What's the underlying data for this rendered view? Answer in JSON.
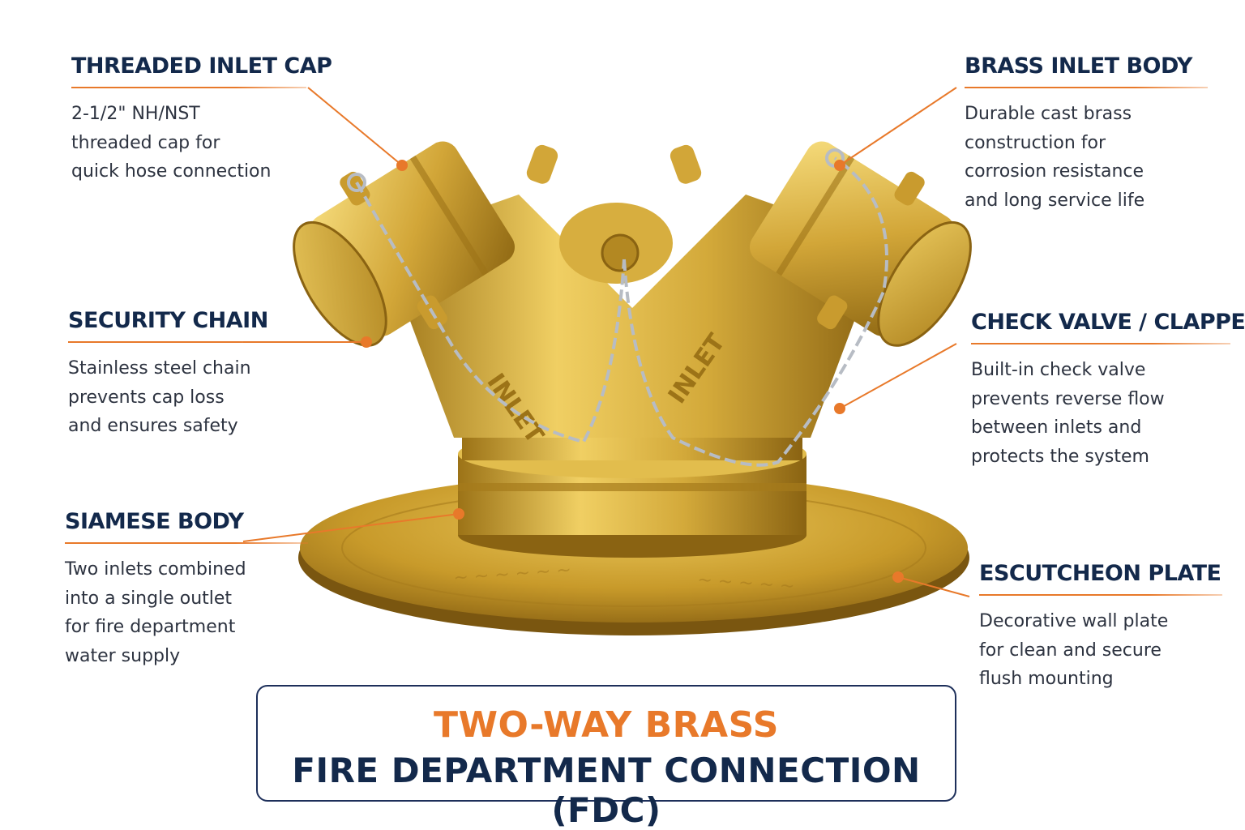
{
  "callouts": {
    "threaded_inlet_cap": {
      "title": "THREADED INLET CAP",
      "body": "2-1/2\" NH/NST\nthreaded cap for\nquick hose connection"
    },
    "security_chain": {
      "title": "SECURITY CHAIN",
      "body": "Stainless steel chain\nprevents cap loss\nand ensures safety"
    },
    "siamese_body": {
      "title": "SIAMESE BODY",
      "body": "Two inlets combined\ninto a single outlet\nfor fire department\nwater supply"
    },
    "brass_inlet_body": {
      "title": "BRASS INLET BODY",
      "body": "Durable cast brass\nconstruction for\ncorrosion resistance\nand long service life"
    },
    "check_valve": {
      "title": "CHECK VALVE / CLAPPER",
      "body": "Built-in check valve\nprevents reverse flow\nbetween inlets and\nprotects the system"
    },
    "escutcheon_plate": {
      "title": "ESCUTCHEON PLATE",
      "body": "Decorative wall plate\nfor clean and secure\nflush mounting"
    }
  },
  "title_box": {
    "line1": "TWO-WAY BRASS",
    "line2": "FIRE DEPARTMENT CONNECTION (FDC)"
  },
  "colors": {
    "accent_orange": "#e8792a",
    "navy": "#13294b",
    "brass": "#c9a227"
  }
}
